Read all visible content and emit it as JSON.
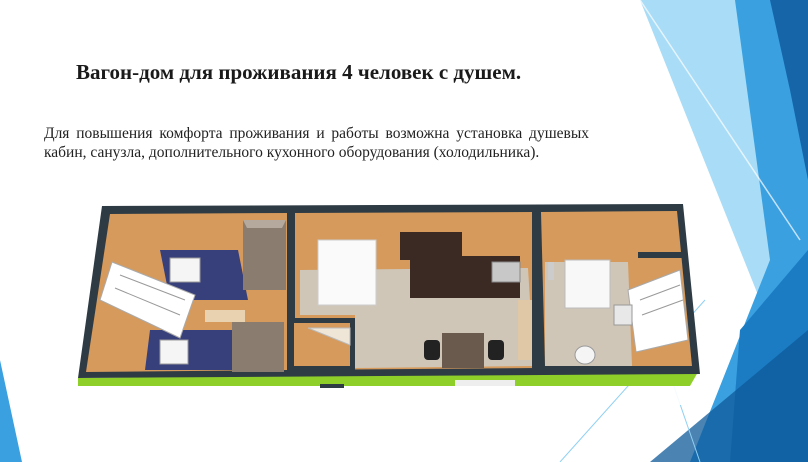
{
  "slide": {
    "title": "Вагон-дом для проживания 4 человек с душем.",
    "body": "Для повышения комфорта проживания и работы  возможна установка душевых кабин, санузла, дополнительного кухонного оборудования (холодильника)."
  },
  "colors": {
    "accent_blue": "#1f8fd6",
    "light_blue": "#8fd0f3",
    "wall": "#2e3b44",
    "floor_wood": "#d59a5c",
    "floor_tile": "#cfc6b8",
    "exterior_green": "#8fcf2a",
    "carpet": "#37407a"
  },
  "illustration": {
    "subject": "3D floor plan of a trailer with bedroom, kitchen-dining area and shower room",
    "rooms": [
      "bedroom",
      "kitchen",
      "vestibule",
      "bathroom"
    ]
  }
}
